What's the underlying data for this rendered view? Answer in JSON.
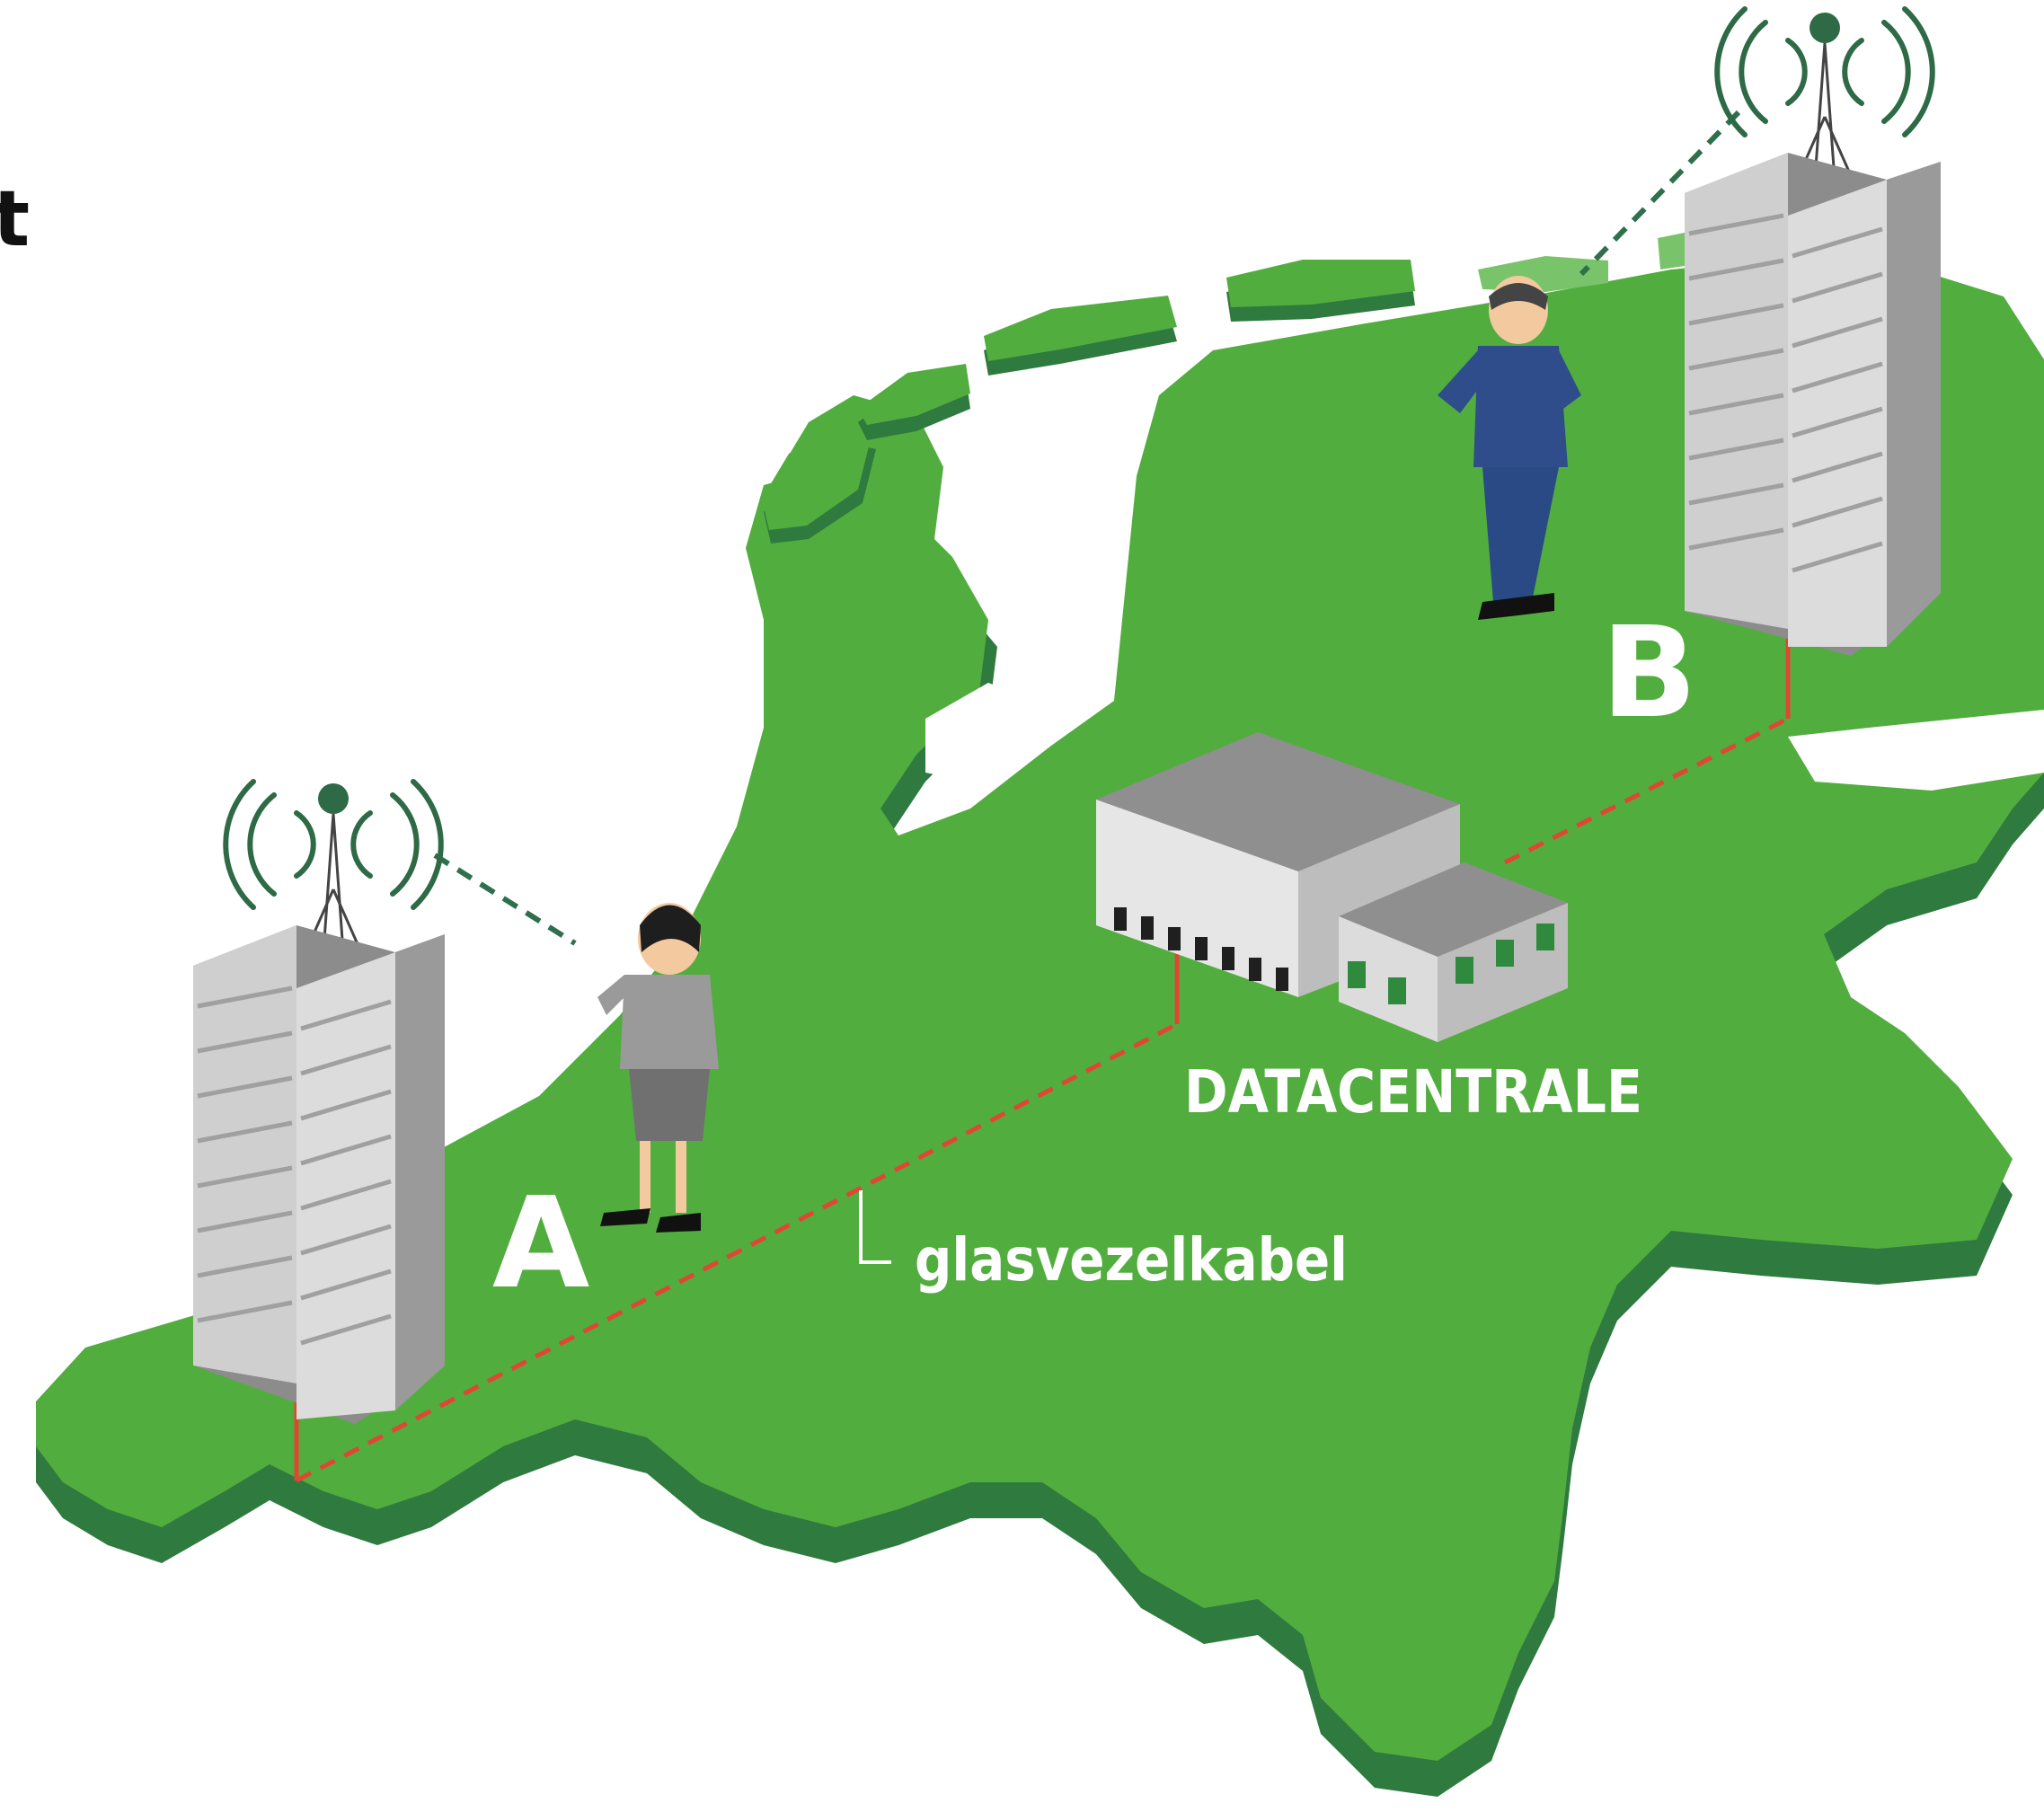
{
  "labels": {
    "edge_text": "t",
    "point_a": "A",
    "point_b": "B",
    "datacenter": "DATACENTRALE",
    "cable": "glasvezelkabel"
  },
  "colors": {
    "land_top": "#52ad3f",
    "land_side": "#2f7a3e",
    "fiber_cable": "#e04632",
    "radio_link": "#2f6f4e",
    "antenna": "#2d6a45",
    "building_light": "#cfcfcf",
    "building_dark": "#8c8c8c",
    "datacenter_accent": "#2f8a3e"
  },
  "icons": {
    "tower_a": "office-tower-with-antenna",
    "tower_b": "office-tower-with-antenna",
    "person_a": "woman-on-phone",
    "person_b": "man-on-phone",
    "datacenter": "datacenter-building"
  }
}
